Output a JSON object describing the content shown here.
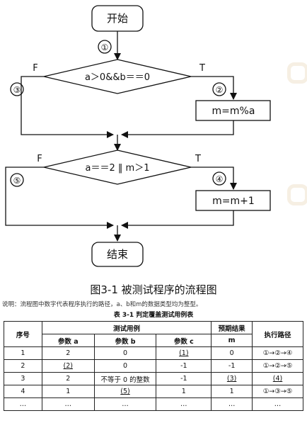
{
  "flowchart": {
    "start_label": "开始",
    "end_label": "结束",
    "decision1": "a＞0&&b＝＝0",
    "decision2": "a＝＝2 ‖ m＞1",
    "process1": "m=m%a",
    "process2": "m=m+1",
    "branch_true": "T",
    "branch_false": "F",
    "markers": [
      "①",
      "②",
      "③",
      "④",
      "⑤"
    ]
  },
  "figure_caption": "图3-1    被测试程序的流程图",
  "note": "说明：流程图中数字代表程序执行的路径，a、b和m的数据类型均为整型。",
  "table": {
    "title": "表 3-1  判定覆盖测试用例表",
    "headers": {
      "seq": "序号",
      "test_case": "测试用例",
      "expected": "预期结果",
      "path": "执行路径",
      "param_a": "参数 a",
      "param_b": "参数 b",
      "param_c": "参数 c",
      "m": "m"
    },
    "rows": [
      {
        "seq": "1",
        "a": "2",
        "b": "0",
        "c": "(1)",
        "m": "0",
        "path": "①→②→④"
      },
      {
        "seq": "2",
        "a": "(2)",
        "b": "0",
        "c": "-1",
        "m": "-1",
        "path": "①→②→⑤"
      },
      {
        "seq": "3",
        "a": "2",
        "b": "不等于 0 的整数",
        "c": "-1",
        "m": "(3)",
        "path": "(4)"
      },
      {
        "seq": "4",
        "a": "1",
        "b": "(5)",
        "c": "1",
        "m": "1",
        "path": "①→③→⑤"
      },
      {
        "seq": "…",
        "a": "…",
        "b": "…",
        "c": "…",
        "m": "…",
        "path": "…"
      }
    ]
  }
}
